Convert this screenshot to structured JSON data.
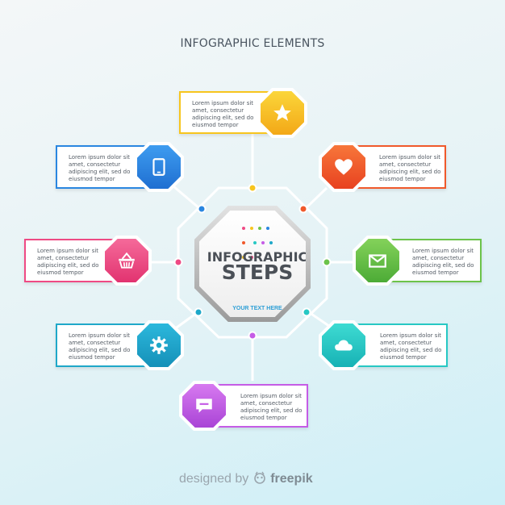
{
  "header": {
    "title": "INFOGRAPHIC ELEMENTS"
  },
  "center": {
    "title_line1": "INFOGRAPHIC",
    "title_line2": "STEPS",
    "subtitle": "YOUR TEXT HERE"
  },
  "steps": [
    {
      "name": "star",
      "icon": "star-icon",
      "color": "#f7c51e",
      "text": [
        "Lorem ipsum dolor sit",
        "amet, consectetur",
        "adipiscing elit, sed do",
        "eiusmod tempor"
      ]
    },
    {
      "name": "heart",
      "icon": "heart-icon",
      "color": "#f0592b",
      "text": [
        "Lorem ipsum dolor sit",
        "amet, consectetur",
        "adipiscing elit, sed do",
        "eiusmod tempor"
      ]
    },
    {
      "name": "mail",
      "icon": "envelope-icon",
      "color": "#6cc34a",
      "text": [
        "Lorem ipsum dolor sit",
        "amet, consectetur",
        "adipiscing elit, sed do",
        "eiusmod tempor"
      ]
    },
    {
      "name": "cloud",
      "icon": "cloud-icon",
      "color": "#27c8c4",
      "text": [
        "Lorem ipsum dolor sit",
        "amet, consectetur",
        "adipiscing elit, sed do",
        "eiusmod tempor"
      ]
    },
    {
      "name": "chat",
      "icon": "chat-bubble-icon",
      "color": "#c55ce6",
      "text": [
        "Lorem ipsum dolor sit",
        "amet, consectetur",
        "adipiscing elit, sed do",
        "eiusmod tempor"
      ]
    },
    {
      "name": "gear",
      "icon": "gear-icon",
      "color": "#1fa8c9",
      "text": [
        "Lorem ipsum dolor sit",
        "amet, consectetur",
        "adipiscing elit, sed do",
        "eiusmod tempor"
      ]
    },
    {
      "name": "basket",
      "icon": "basket-icon",
      "color": "#ef4a84",
      "text": [
        "Lorem ipsum dolor sit",
        "amet, consectetur",
        "adipiscing elit, sed do",
        "eiusmod tempor"
      ]
    },
    {
      "name": "tablet",
      "icon": "tablet-icon",
      "color": "#2a86e0",
      "text": [
        "Lorem ipsum dolor sit",
        "amet, consectetur",
        "adipiscing elit, sed do",
        "eiusmod tempor"
      ]
    }
  ],
  "credit": {
    "prefix": "designed by",
    "brand": "freepik"
  }
}
